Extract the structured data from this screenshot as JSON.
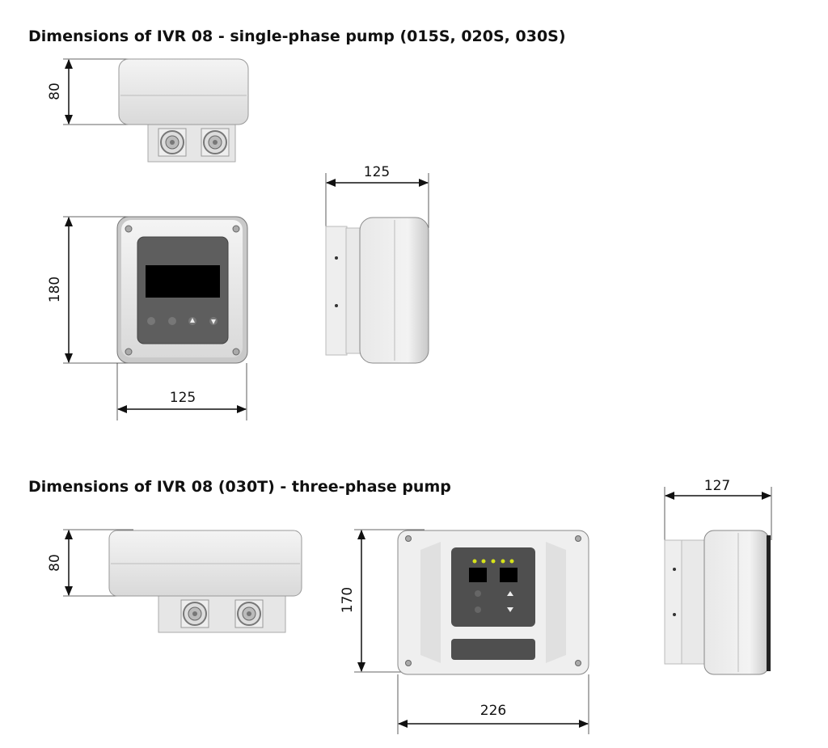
{
  "section1": {
    "title": "Dimensions of IVR 08 - single-phase pump (015S, 020S, 030S)",
    "top_view_height": "80",
    "front_view_height": "180",
    "front_view_width": "125",
    "side_view_depth": "125"
  },
  "section2": {
    "title": "Dimensions of IVR 08 (030T) - three-phase pump",
    "top_view_height": "80",
    "front_view_height": "170",
    "front_view_width": "226",
    "side_view_depth": "127",
    "led_color": "#d6e21a"
  }
}
